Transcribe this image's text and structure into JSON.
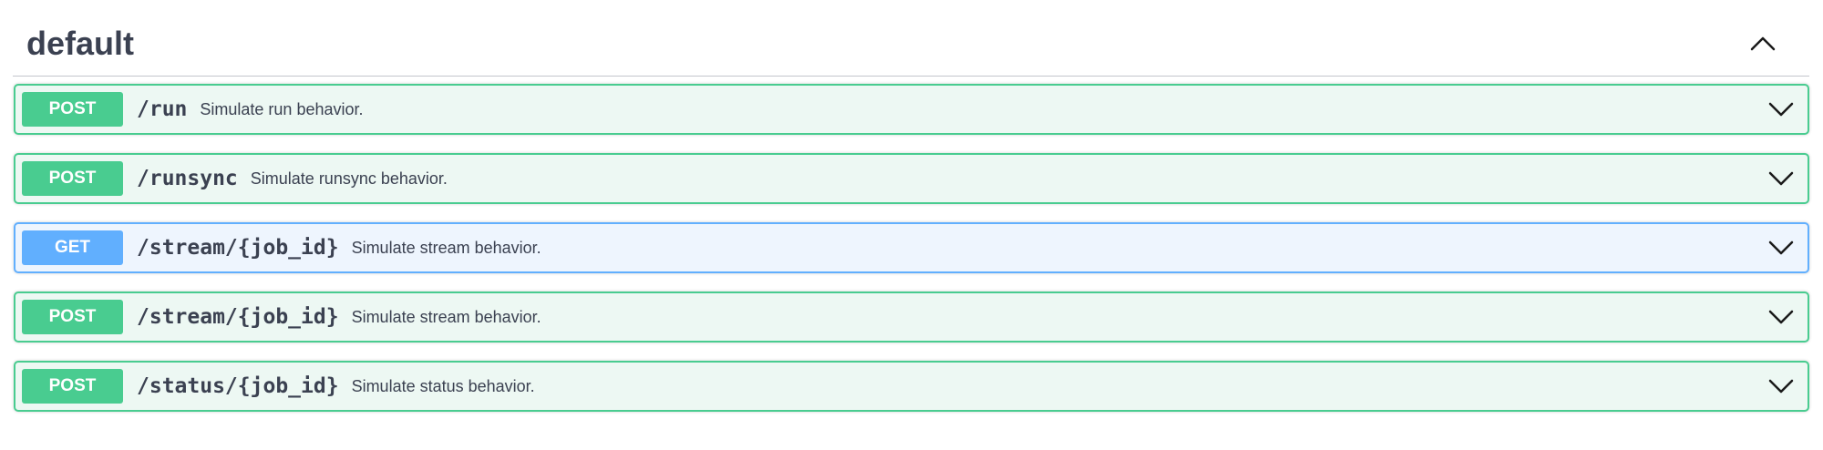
{
  "section": {
    "title": "default",
    "toggle_icon": "chevron-up-icon"
  },
  "colors": {
    "post_border": "#49cc90",
    "post_background": "#edf8f3",
    "get_border": "#61affe",
    "get_background": "#eef5fe",
    "text": "#3b4151"
  },
  "operations": [
    {
      "method": "POST",
      "path": "/run",
      "description": "Simulate run behavior.",
      "icon": "chevron-down-icon"
    },
    {
      "method": "POST",
      "path": "/runsync",
      "description": "Simulate runsync behavior.",
      "icon": "chevron-down-icon"
    },
    {
      "method": "GET",
      "path": "/stream/{job_id}",
      "description": "Simulate stream behavior.",
      "icon": "chevron-down-icon"
    },
    {
      "method": "POST",
      "path": "/stream/{job_id}",
      "description": "Simulate stream behavior.",
      "icon": "chevron-down-icon"
    },
    {
      "method": "POST",
      "path": "/status/{job_id}",
      "description": "Simulate status behavior.",
      "icon": "chevron-down-icon"
    }
  ]
}
